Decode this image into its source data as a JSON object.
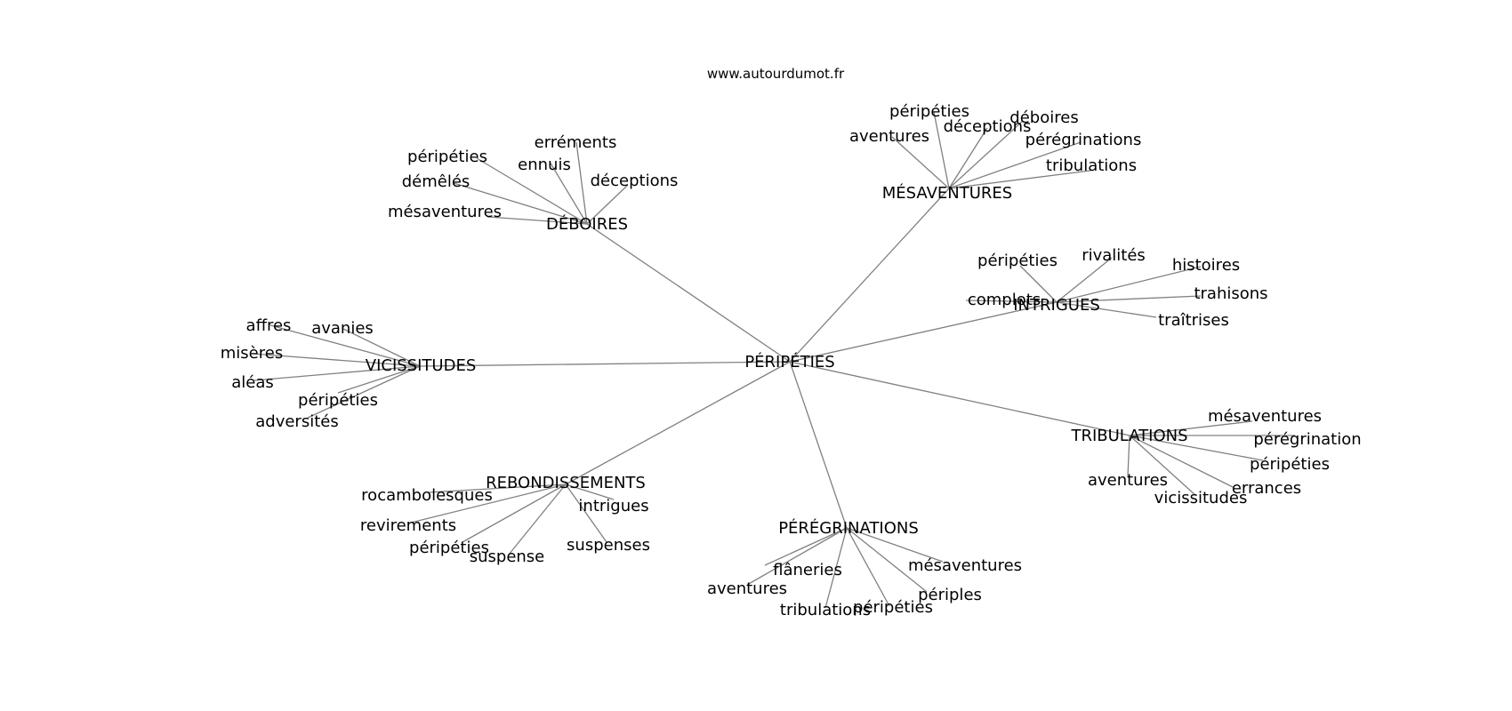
{
  "site": "www.autourdumot.fr",
  "graph": {
    "center": "PÉRIPÉTIES",
    "hubs": [
      {
        "label": "DÉBOIRES",
        "leaves": [
          "erréments",
          "péripéties",
          "ennuis",
          "déceptions",
          "démêlés",
          "mésaventures"
        ]
      },
      {
        "label": "MÉSAVENTURES",
        "leaves": [
          "péripéties",
          "déceptions",
          "déboires",
          "aventures",
          "pérégrinations",
          "tribulations"
        ]
      },
      {
        "label": "INTRIGUES",
        "leaves": [
          "péripéties",
          "rivalités",
          "histoires",
          "trahisons",
          "complots",
          "traîtrises"
        ]
      },
      {
        "label": "VICISSITUDES",
        "leaves": [
          "affres",
          "avanies",
          "misères",
          "aléas",
          "péripéties",
          "adversités"
        ]
      },
      {
        "label": "TRIBULATIONS",
        "leaves": [
          "mésaventures",
          "pérégrination",
          "péripéties",
          "aventures",
          "errances",
          "vicissitudes"
        ]
      },
      {
        "label": "REBONDISSEMENTS",
        "leaves": [
          "rocambolesques",
          "intrigues",
          "revirements",
          "péripéties",
          "suspense",
          "suspenses"
        ]
      },
      {
        "label": "PÉRÉGRINATIONS",
        "leaves": [
          "flâneries",
          "mésaventures",
          "aventures",
          "périples",
          "tribulations",
          "péripéties"
        ]
      }
    ]
  }
}
